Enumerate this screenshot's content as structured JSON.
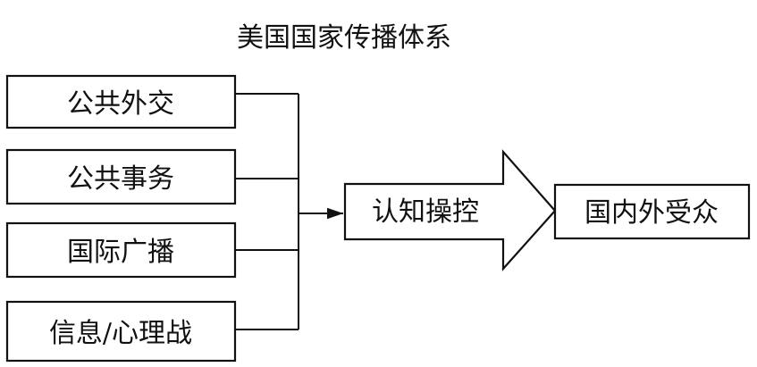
{
  "diagram": {
    "title": "美国国家传播体系",
    "sources": [
      {
        "label": "公共外交"
      },
      {
        "label": "公共事务"
      },
      {
        "label": "国际广播"
      },
      {
        "label": "信息/心理战"
      }
    ],
    "process": {
      "label": "认知操控"
    },
    "target": {
      "label": "国内外受众"
    }
  }
}
